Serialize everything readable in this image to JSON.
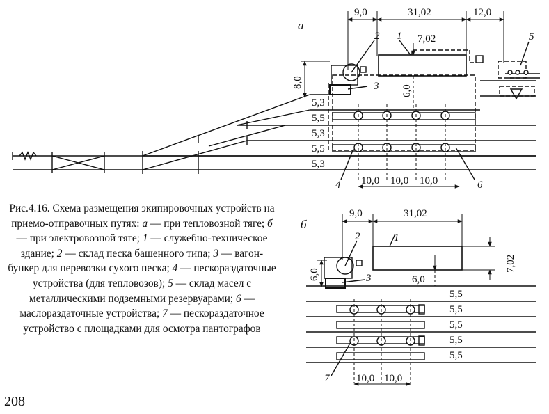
{
  "panel_a": {
    "label": "а",
    "dims_top": [
      "9,0",
      "31,02",
      "12,0"
    ],
    "building_width": "7,02",
    "vertical_dims": [
      "8,0",
      "6,0"
    ],
    "track_spacings": [
      "5,3",
      "5,5",
      "5,3",
      "5,5",
      "5,3"
    ],
    "bottom_dims": [
      "10,0",
      "10,0",
      "10,0"
    ],
    "callouts": [
      "1",
      "2",
      "3",
      "4",
      "5",
      "6"
    ]
  },
  "panel_b": {
    "label": "б",
    "dims_top": [
      "9,0",
      "31,02"
    ],
    "building_width": "7,02",
    "vertical_dims": [
      "6,0",
      "6,0"
    ],
    "track_spacings": [
      "5,5",
      "5,5",
      "5,5",
      "5,5",
      "5,5"
    ],
    "bottom_dims": [
      "10,0",
      "10,0"
    ],
    "callouts": [
      "1",
      "2",
      "3",
      "7"
    ]
  },
  "caption": {
    "number": "Рис.4.16.",
    "title": "Схема размещения экипировочных устройств на приемо-отправочных путях:",
    "items": [
      {
        "key": "а",
        "text": "при тепловозной тяге;"
      },
      {
        "key": "б",
        "text": "при электровозной тяге;"
      },
      {
        "key": "1",
        "text": "служебно-техническое здание;"
      },
      {
        "key": "2",
        "text": "склад песка башенного типа;"
      },
      {
        "key": "3",
        "text": "вагон-бункер для перевозки сухого песка;"
      },
      {
        "key": "4",
        "text": "пескораздаточные устройства (для тепловозов);"
      },
      {
        "key": "5",
        "text": "склад масел с металлическими подземными резервуарами;"
      },
      {
        "key": "6",
        "text": "маслораздаточные устройства;"
      },
      {
        "key": "7",
        "text": "пескораздаточное устройство с площадками для осмотра пантографов"
      }
    ]
  },
  "page_number": "208"
}
